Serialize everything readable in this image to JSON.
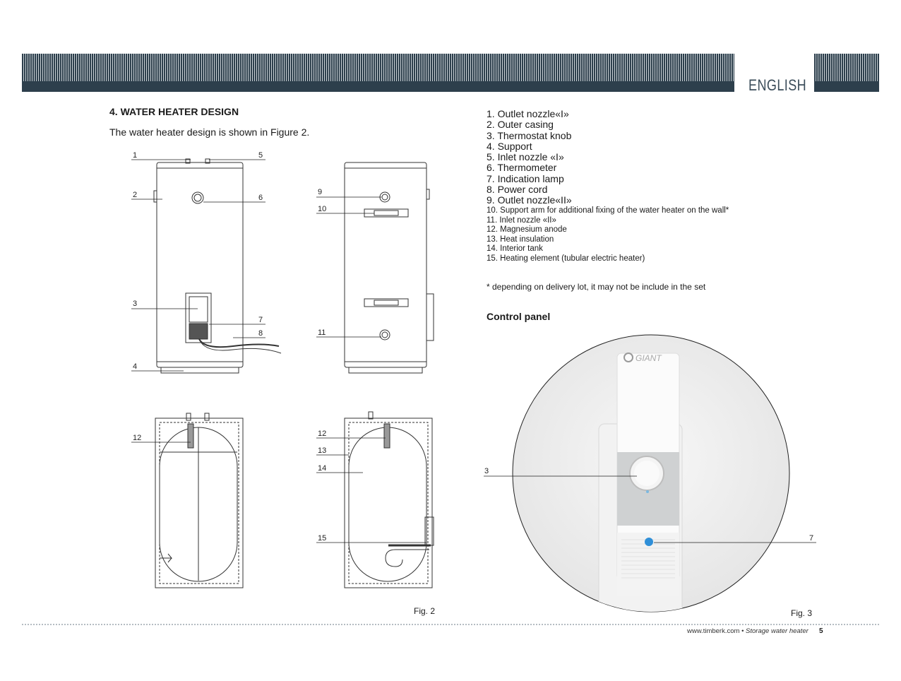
{
  "header": {
    "language": "ENGLISH"
  },
  "section": {
    "title": "4.  WATER HEATER DESIGN",
    "intro": "The water heater design is shown in Figure 2."
  },
  "parts": [
    "1. Outlet nozzle«I»",
    "2. Outer casing",
    "3. Thermostat knob",
    "4. Support",
    "5. Inlet nozzle «I»",
    "6. Thermometer",
    "7. Indication lamp",
    "8. Power cord",
    "9. Outlet nozzle«II»",
    "10. Support arm for additional fixing of the water heater on the wall*",
    "11. Inlet nozzle «II»",
    "12. Magnesium anode",
    "13. Heat insulation",
    "14. Interior tank",
    "15. Heating element (tubular electric heater)"
  ],
  "note": "* depending on delivery lot, it may not be include in the set",
  "control_panel": {
    "title": "Control panel",
    "brand": "GIANT"
  },
  "figure2": {
    "caption": "Fig. 2",
    "callouts": [
      "1",
      "5",
      "2",
      "6",
      "3",
      "7",
      "8",
      "4",
      "9",
      "10",
      "11",
      "12",
      "12",
      "13",
      "14",
      "15"
    ]
  },
  "figure3": {
    "caption": "Fig. 3",
    "callouts": [
      "3",
      "7"
    ]
  },
  "footer": {
    "site": "www.timberk.com",
    "separator": " • ",
    "product": "Storage water heater",
    "page": "5"
  },
  "colors": {
    "header": "#2d3f4c",
    "lamp": "#2f8fd8"
  }
}
